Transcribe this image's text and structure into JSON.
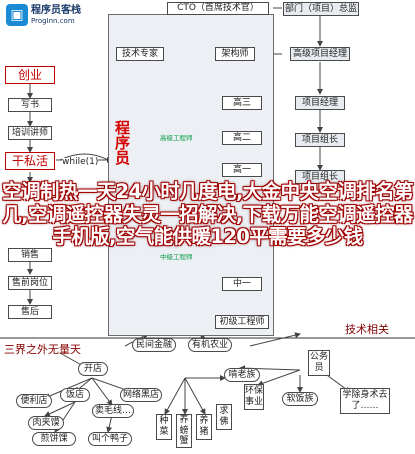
{
  "watermark": {
    "name": "程序员客栈",
    "site": "ProgInn.com"
  },
  "top": {
    "cto": "CTO（首席技术官）",
    "tech_expert": "技术专家",
    "architect": "架构师",
    "senior3": "高三",
    "senior2": "高二",
    "senior1": "高一",
    "senior_label": "高级工程师",
    "mid_label": "中级工程师",
    "mid1": "中一",
    "junior": "初级工程师",
    "vertical": "程序员",
    "dept_manager": "部门（项目）总监",
    "senior_pm": "高级项目经理",
    "pm": "项目经理",
    "team_lead": "项目组长",
    "team_lead2": "项目组长",
    "left_items": [
      "创业",
      "写书",
      "培训讲师",
      "干私活",
      "销售",
      "售前岗位",
      "售后"
    ],
    "loop": "while(1)"
  },
  "banner": "空调制热一天24小时几度电,大金中央空调排名第几,空调遥控器失灵一招解决,下载万能空调遥控器手机版,空气能供暖120平需要多少钱",
  "bottom": {
    "tech_related": "技术相关",
    "sanjie": "三界之外无量天",
    "kaidian": "开店",
    "minjian": "民间金融",
    "youji": "有机农业",
    "gongyuan": "公务员",
    "bianli": "便利店",
    "fandian": "饭店",
    "wangluo": "网络黑店",
    "yanglao": "啃老族",
    "huanbao": "环保事业",
    "ruanfan": "软饭族",
    "roujiabing": "肉夹馍",
    "maiyao": "卖毛线…",
    "jiandao": "煎饼馃",
    "jiaojiao": "叫个鸭子",
    "zhongcai": "种菜",
    "yangxie": "养螃蟹",
    "yangzhu": "养猪",
    "qiufo": "求佛",
    "xuexi": "学除身术去了……"
  },
  "colors": {
    "banner": "#ffffff",
    "banner_outline": "#a00000",
    "vertical": "#d40000",
    "green": "#009a44",
    "logo": "#1a8ad4"
  }
}
